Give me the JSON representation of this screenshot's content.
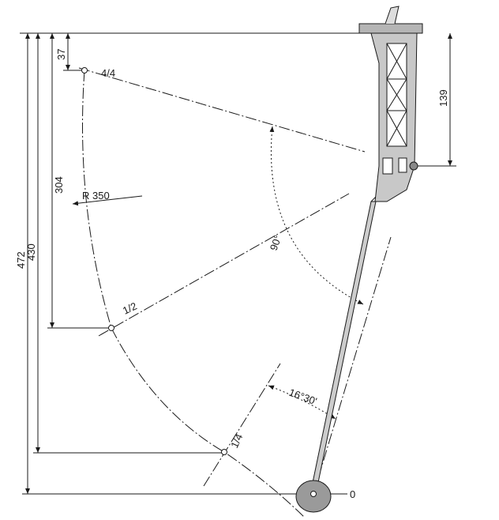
{
  "dimensions": {
    "total_height": "472",
    "quarter_height": "430",
    "half_height": "304",
    "full_offset": "37",
    "sender_length": "139",
    "radius": "R 350",
    "sweep_angle": "90°",
    "empty_angle": "16°30'"
  },
  "positions": {
    "full": "4/4",
    "half": "1/2",
    "quarter": "1/4",
    "empty": "0"
  },
  "colors": {
    "ink": "#1a1a1a",
    "float": "#9a9a9a",
    "housing": "#b5b5b5"
  }
}
